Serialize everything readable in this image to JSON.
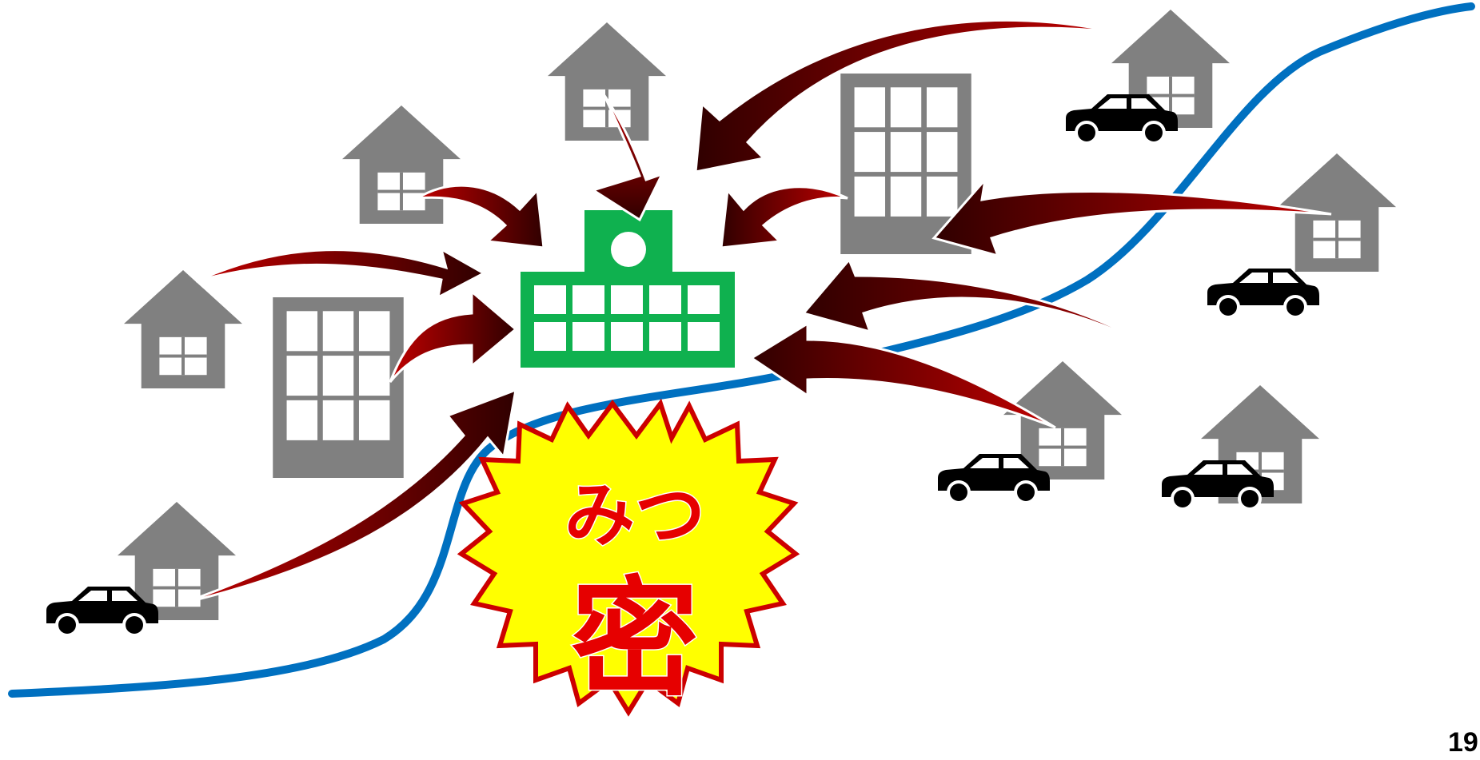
{
  "burst": {
    "kana": "みつ",
    "kanji": "密",
    "fill_color": "#ffff00",
    "outline_color": "#cc0000",
    "text_color": "#e60000"
  },
  "page_number": "19",
  "colors": {
    "house": "#808080",
    "school": "#0fb14f",
    "river": "#0070c0",
    "car": "#000000",
    "arrow_dark": "#3a0000",
    "arrow_light": "#c00000"
  },
  "icons": [
    "house-icon",
    "apartment-building-icon",
    "school-building-icon",
    "car-icon",
    "curved-arrow-icon",
    "river-line",
    "starburst-callout"
  ]
}
